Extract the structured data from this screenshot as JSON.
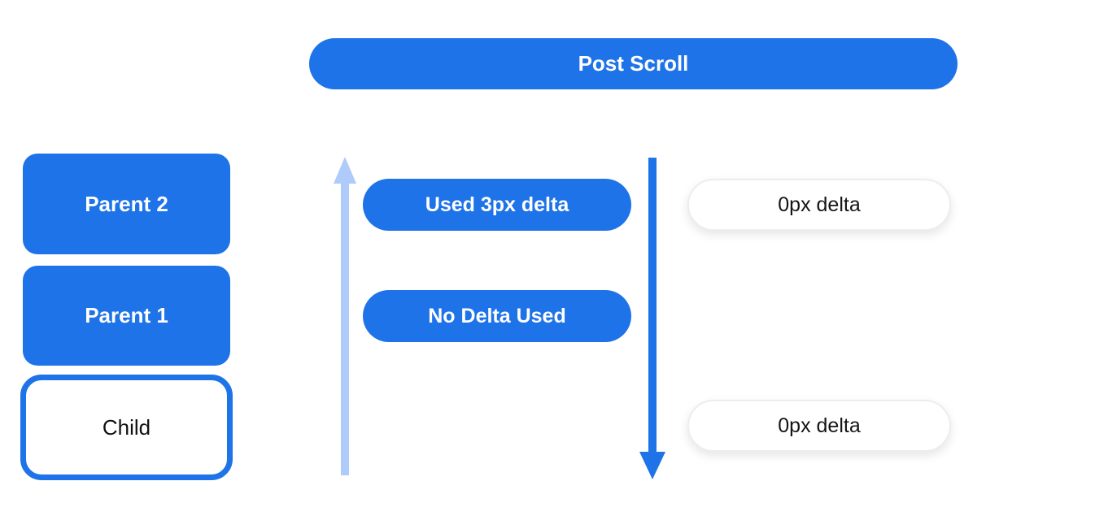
{
  "diagram": {
    "title": "Post Scroll"
  },
  "left_column": {
    "boxes": [
      {
        "label": "Parent 2",
        "style": "filled"
      },
      {
        "label": "Parent 1",
        "style": "filled"
      },
      {
        "label": "Child",
        "style": "outlined"
      }
    ]
  },
  "scroll_chain": {
    "up_arrow_icon": "arrow-up-icon",
    "down_arrow_icon": "arrow-down-icon",
    "delta_labels": [
      {
        "label": "Used 3px delta"
      },
      {
        "label": "No Delta Used"
      }
    ]
  },
  "result_column": {
    "delta_labels": [
      {
        "label": "0px delta"
      },
      {
        "label": "0px delta"
      }
    ]
  },
  "colors": {
    "primary_blue": "#1e73e8",
    "light_blue": "#aecbfa",
    "pill_background": "#ffffff",
    "pill_border": "#ededed",
    "text_on_blue": "#ffffff",
    "text_dark": "#111111"
  }
}
